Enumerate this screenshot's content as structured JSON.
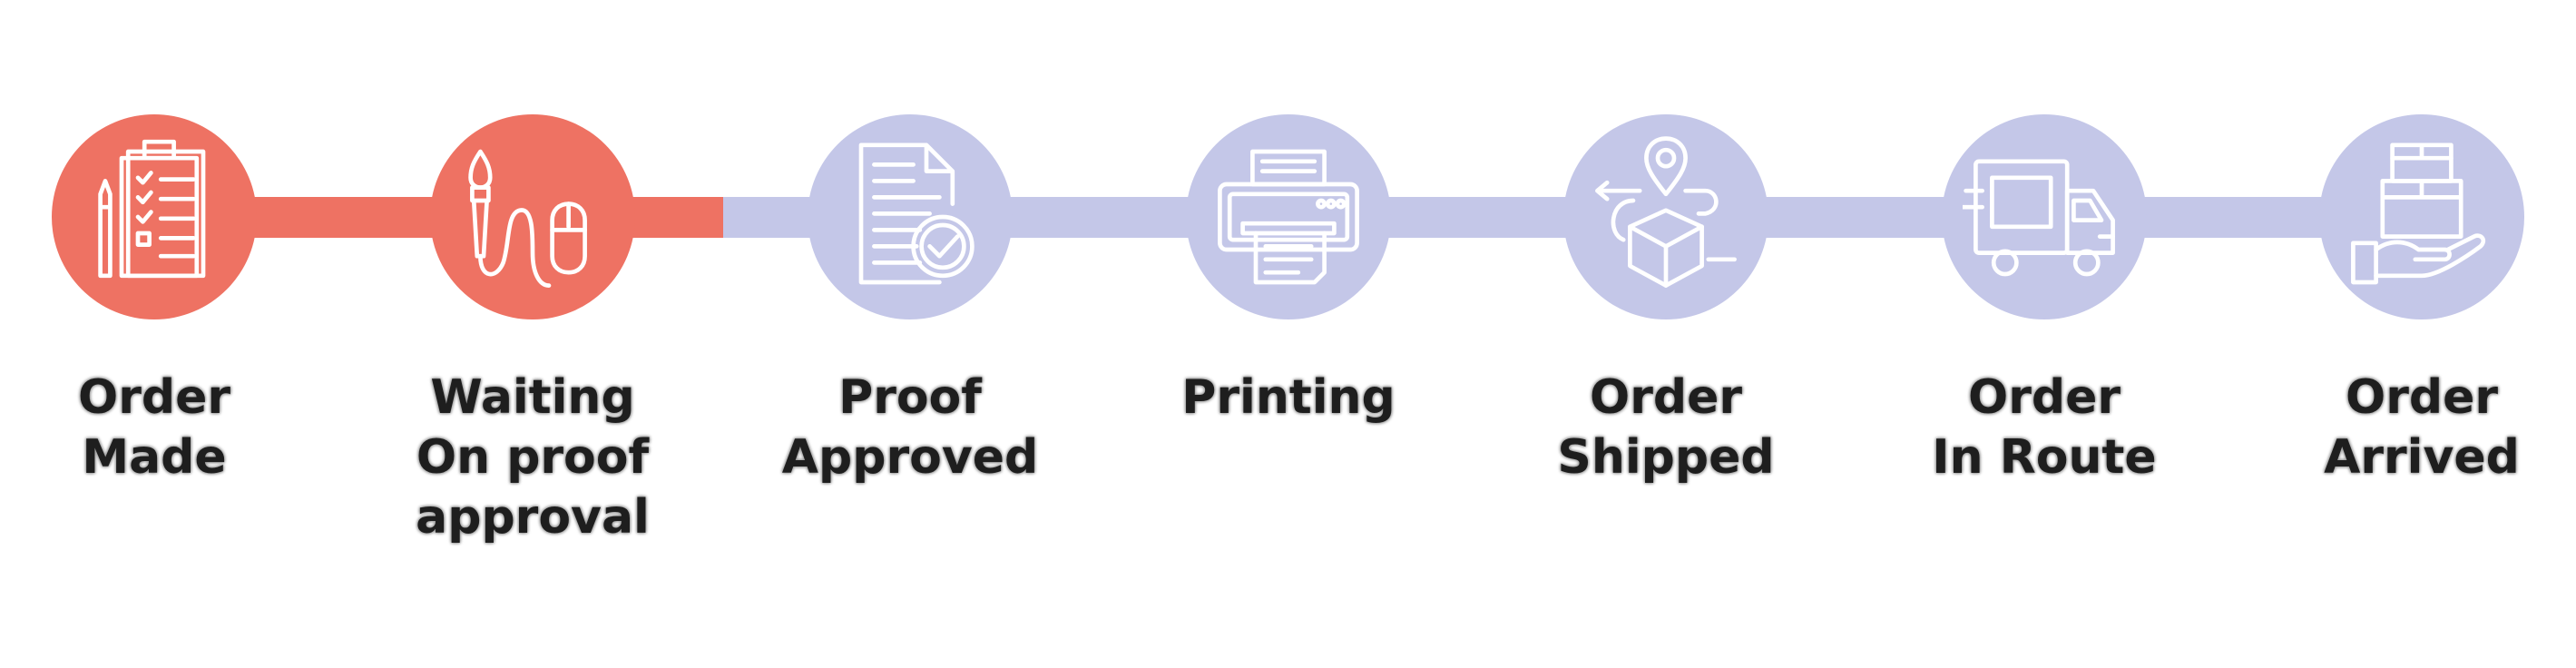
{
  "colors": {
    "done": "#EE7263",
    "pending": "#C4C7E8",
    "icon": "#ffffff",
    "text": "#1e1e1e"
  },
  "progress": {
    "completed_steps": 2,
    "total_steps": 7
  },
  "steps": [
    {
      "icon": "clipboard-checklist-icon",
      "status": "done",
      "lines": [
        "Order",
        "Made"
      ]
    },
    {
      "icon": "paintbrush-mouse-icon",
      "status": "done",
      "lines": [
        "Waiting",
        "On proof",
        "approval"
      ]
    },
    {
      "icon": "document-check-icon",
      "status": "pending",
      "lines": [
        "Proof",
        "Approved"
      ]
    },
    {
      "icon": "printer-icon",
      "status": "pending",
      "lines": [
        "Printing"
      ]
    },
    {
      "icon": "box-location-icon",
      "status": "pending",
      "lines": [
        "Order",
        "Shipped"
      ]
    },
    {
      "icon": "delivery-truck-icon",
      "status": "pending",
      "lines": [
        "Order",
        "In Route"
      ]
    },
    {
      "icon": "package-hand-icon",
      "status": "pending",
      "lines": [
        "Order",
        "Arrived"
      ]
    }
  ]
}
